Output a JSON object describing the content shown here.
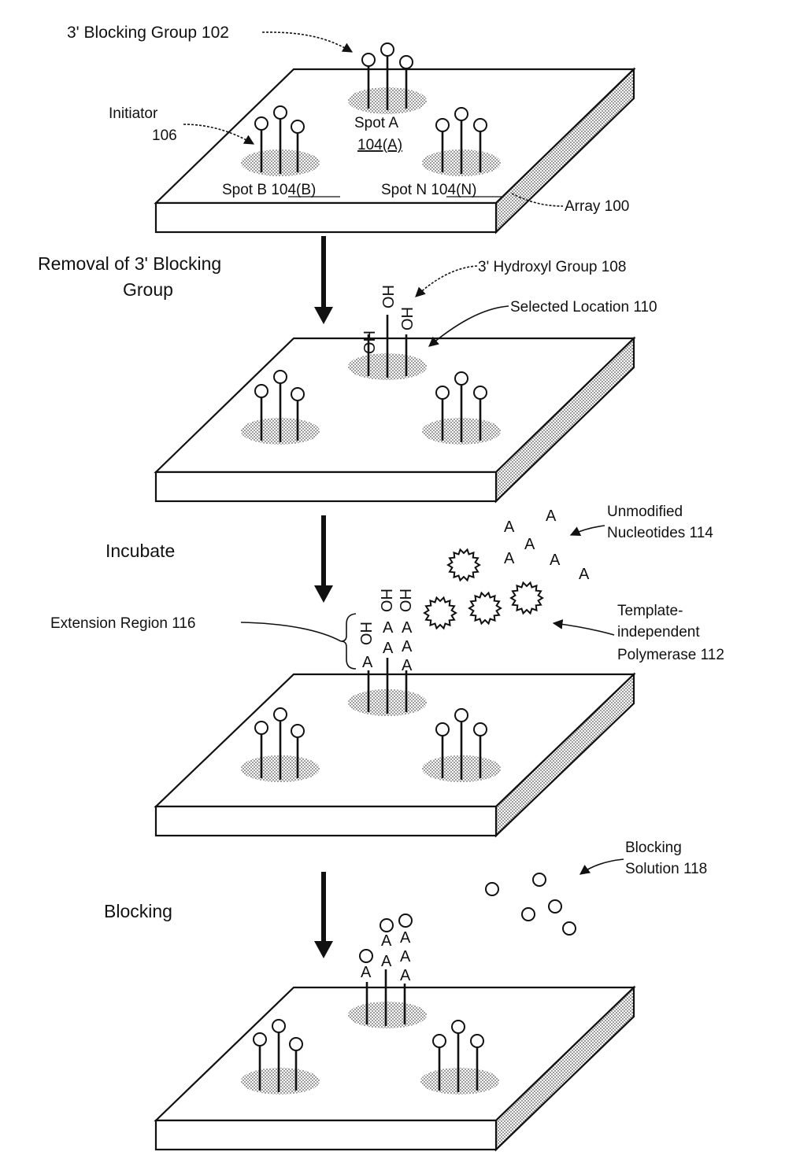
{
  "labels": {
    "blocking_group": "3' Blocking Group 102",
    "initiator": [
      "Initiator",
      "106"
    ],
    "spot_a": [
      "Spot A",
      "104(A)"
    ],
    "spot_b": "Spot B 104(B)",
    "spot_n": "Spot N 104(N)",
    "array": "Array 100",
    "hydroxyl": "3' Hydroxyl Group 108",
    "selected_location": "Selected Location 110",
    "unmodified_nucleotides": [
      "Unmodified",
      "Nucleotides 114"
    ],
    "extension_region": "Extension Region 116",
    "polymerase": [
      "Template-",
      "independent",
      "Polymerase 112"
    ],
    "blocking_solution": [
      "Blocking",
      "Solution 118"
    ]
  },
  "steps": {
    "removal": [
      "Removal of 3' Blocking",
      "Group"
    ],
    "incubate": "Incubate",
    "blocking": "Blocking"
  },
  "glyphs": {
    "hydroxyl": "HO",
    "nucleotide": "A"
  },
  "colors": {
    "ink": "#111111",
    "background": "#ffffff"
  }
}
